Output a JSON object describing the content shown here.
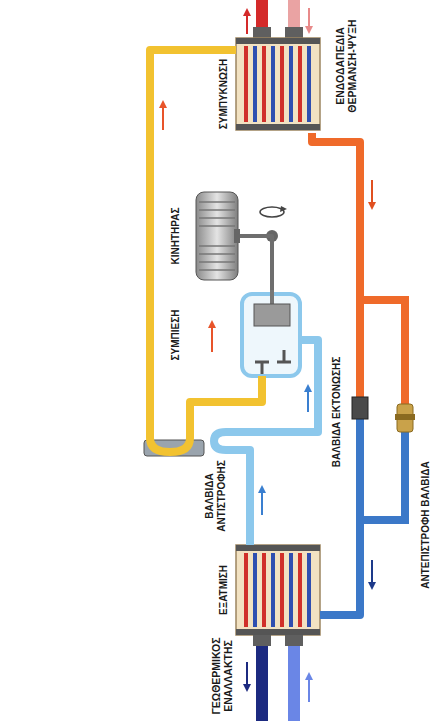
{
  "diagram": {
    "nodes": [
      {
        "text": [
          "ΣΥΜΠΥΚΝΩΣΗ"
        ]
      },
      {
        "text": [
          "ΚΙΝΗΤΗΡΑΣ"
        ]
      },
      {
        "text": [
          "ΣΥΜΠΙΕΣΗ"
        ]
      },
      {
        "text": [
          "ΒΑΛΒΙΔΑ ΕΚΤΟΝΩΣΗΣ"
        ]
      },
      {
        "text": [
          "ΒΑΛΒΙΔΑ ΑΝΤΙΣΤΡΟΦΗΣ"
        ]
      },
      {
        "text": [
          "ΑΝΤΕΠΙΣΤΡΟΦΗ ΒΑΛΒΙΔΑ"
        ]
      },
      {
        "text": [
          "ΕΞΑΤΜΙΣΗ"
        ]
      }
    ],
    "edges": [
      {
        "from": 4,
        "to": 0,
        "arrow": "none"
      },
      {
        "from": 0,
        "to": 3,
        "arrow": "none"
      },
      {
        "from": 3,
        "to": 6,
        "arrow": "none"
      },
      {
        "from": 6,
        "to": 4,
        "arrow": "none"
      },
      {
        "from": 4,
        "to": 2,
        "arrow": "none"
      },
      {
        "from": 2,
        "to": 4,
        "arrow": "none"
      },
      {
        "from": 1,
        "to": 2,
        "arrow": "none"
      }
    ],
    "labels": [
      "ΕΝΔΟΔΑΠΕΔΙΑ ΘΕΡΜΑΝΣΗ-ΨΥΞΗ",
      "ΓΕΩΘΕΡΜΙΚΟΣ ΕΝΑΛΛΑΚΤΗΣ"
    ]
  }
}
